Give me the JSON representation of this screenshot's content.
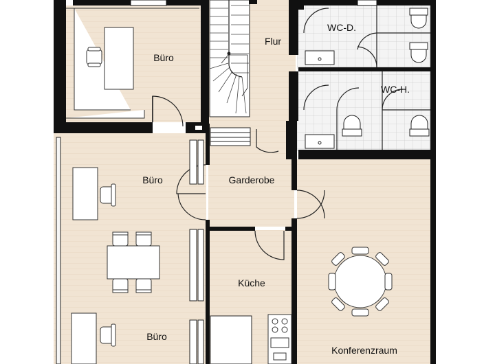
{
  "rooms": {
    "office_top": "Büro",
    "hall": "Flur",
    "wc_ladies": "WC-D.",
    "wc_gents": "WC-H.",
    "office_middle": "Büro",
    "cloakroom": "Garderobe",
    "kitchen": "Küche",
    "office_bottom": "Büro",
    "conference": "Konferenzraum"
  },
  "colors": {
    "wall": "#111111",
    "floor": "#f1e4d3",
    "tile": "#f4f4f4",
    "tile_line": "#cfcfcf",
    "furniture_fill": "#ffffff",
    "furniture_line": "#333333",
    "stair_fill": "#ffffff"
  },
  "icons": [
    "desk-icon",
    "chair-icon",
    "round-table-icon",
    "toilet-icon",
    "sink-icon",
    "stove-icon",
    "stairs-icon",
    "door-swing-icon",
    "window-icon"
  ]
}
